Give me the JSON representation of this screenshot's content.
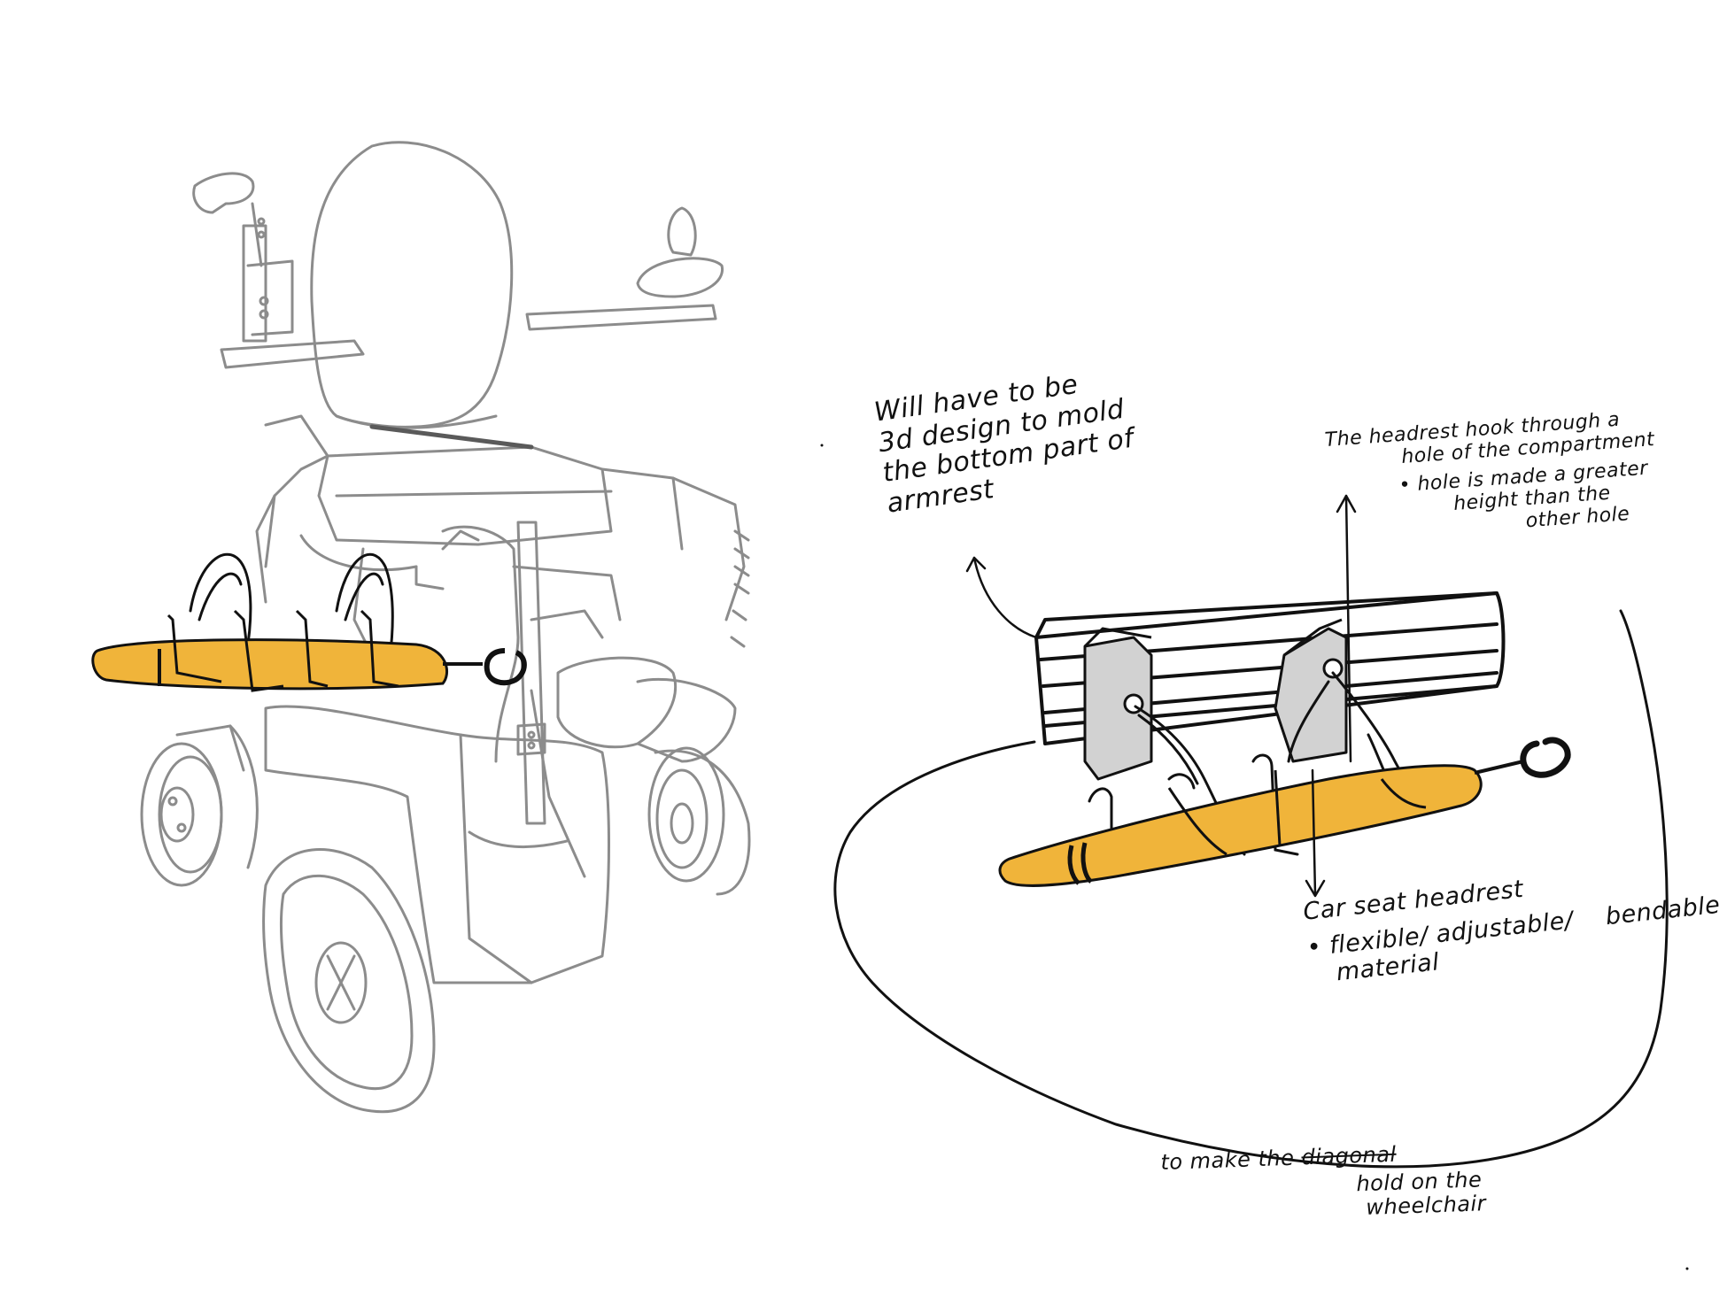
{
  "colors": {
    "sketch_gray": "#8c8c8c",
    "ink": "#111111",
    "umbrella_yellow": "#f0b43a",
    "bracket_gray": "#d2d2d2"
  },
  "annotations": {
    "mold_note": {
      "lines": [
        "Will have to be",
        "3d design to mold",
        "the bottom part of",
        "armrest"
      ]
    },
    "headrest_hook_note": {
      "lines": [
        "The headrest hook through a",
        "hole of the compartment"
      ],
      "bullet_lines": [
        "• hole is made a greater",
        "height than the",
        "other hole"
      ]
    },
    "car_seat_note": {
      "title": "Car seat headrest",
      "bullet_line1": "• flexible/ adjustable/",
      "bullet_line1_tail": "bendable",
      "bullet_line2": "material"
    },
    "diagonal_note": {
      "prefix": "to make the",
      "struck_word": "diagonal",
      "line2": "hold on the",
      "line3": "wheelchair"
    }
  }
}
